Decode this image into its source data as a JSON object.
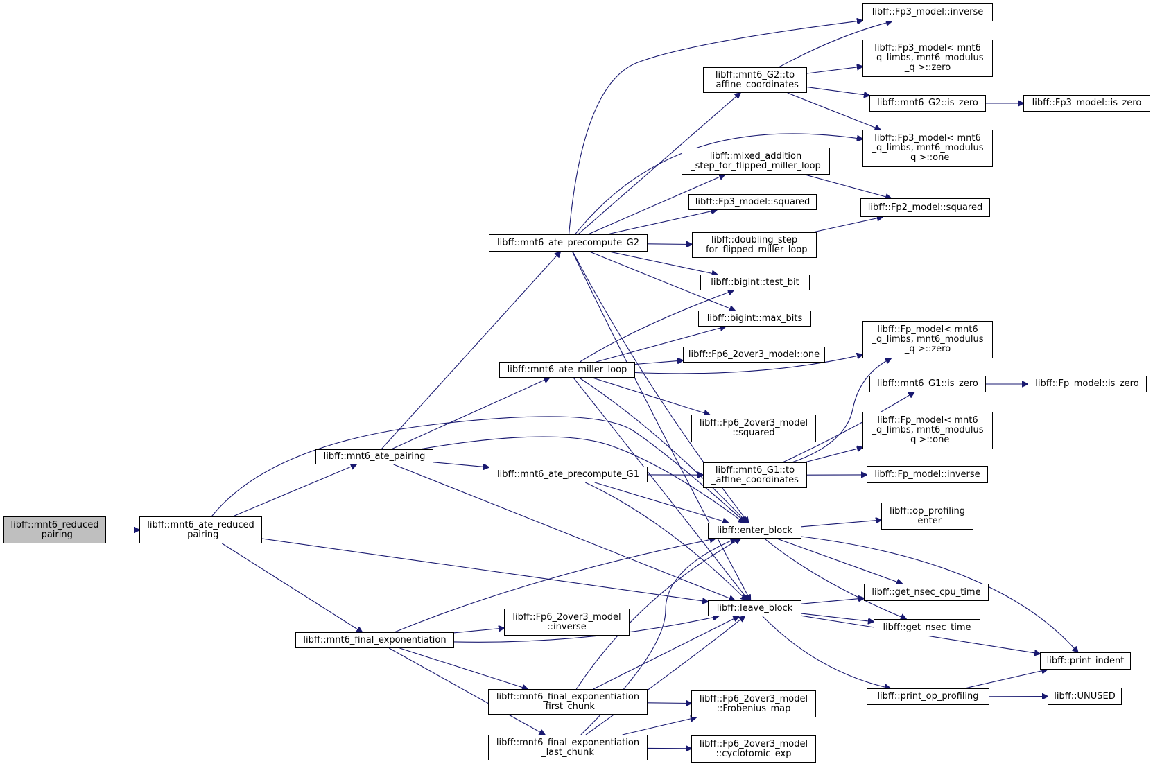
{
  "colors": {
    "edge": "#191970",
    "root_fill": "#bfbfbf",
    "node_fill": "#ffffff",
    "node_border": "#000000"
  },
  "nodes": [
    {
      "id": "n0",
      "label": "libff::mnt6_reduced\n_pairing",
      "root": true
    },
    {
      "id": "n1",
      "label": "libff::mnt6_ate_reduced\n_pairing"
    },
    {
      "id": "n2",
      "label": "libff::mnt6_ate_pairing"
    },
    {
      "id": "n3",
      "label": "libff::mnt6_final_exponentiation"
    },
    {
      "id": "n4",
      "label": "libff::mnt6_ate_precompute_G2"
    },
    {
      "id": "n5",
      "label": "libff::mnt6_ate_miller_loop"
    },
    {
      "id": "n6",
      "label": "libff::mnt6_ate_precompute_G1"
    },
    {
      "id": "n7",
      "label": "libff::mnt6_final_exponentiation\n_first_chunk"
    },
    {
      "id": "n8",
      "label": "libff::mnt6_final_exponentiation\n_last_chunk"
    },
    {
      "id": "n9",
      "label": "libff::mnt6_G2::to\n_affine_coordinates"
    },
    {
      "id": "n10",
      "label": "libff::mixed_addition\n_step_for_flipped_miller_loop"
    },
    {
      "id": "n11",
      "label": "libff::Fp3_model::squared"
    },
    {
      "id": "n12",
      "label": "libff::doubling_step\n_for_flipped_miller_loop"
    },
    {
      "id": "n13",
      "label": "libff::bigint::test_bit"
    },
    {
      "id": "n14",
      "label": "libff::bigint::max_bits"
    },
    {
      "id": "n15",
      "label": "libff::Fp6_2over3_model::one"
    },
    {
      "id": "n16",
      "label": "libff::Fp6_2over3_model\n::squared"
    },
    {
      "id": "n17",
      "label": "libff::mnt6_G1::to\n_affine_coordinates"
    },
    {
      "id": "n18",
      "label": "libff::enter_block"
    },
    {
      "id": "n19",
      "label": "libff::leave_block"
    },
    {
      "id": "n20",
      "label": "libff::Fp6_2over3_model\n::inverse"
    },
    {
      "id": "n21",
      "label": "libff::Fp6_2over3_model\n::Frobenius_map"
    },
    {
      "id": "n22",
      "label": "libff::Fp6_2over3_model\n::cyclotomic_exp"
    },
    {
      "id": "n23",
      "label": "libff::Fp3_model::inverse"
    },
    {
      "id": "n24",
      "label": "libff::Fp3_model< mnt6\n_q_limbs, mnt6_modulus\n_q >::zero"
    },
    {
      "id": "n25",
      "label": "libff::mnt6_G2::is_zero"
    },
    {
      "id": "n26",
      "label": "libff::Fp3_model< mnt6\n_q_limbs, mnt6_modulus\n_q >::one"
    },
    {
      "id": "n27",
      "label": "libff::Fp2_model::squared"
    },
    {
      "id": "n28",
      "label": "libff::Fp_model< mnt6\n_q_limbs, mnt6_modulus\n_q >::zero"
    },
    {
      "id": "n29",
      "label": "libff::mnt6_G1::is_zero"
    },
    {
      "id": "n30",
      "label": "libff::Fp_model< mnt6\n_q_limbs, mnt6_modulus\n_q >::one"
    },
    {
      "id": "n31",
      "label": "libff::Fp_model::inverse"
    },
    {
      "id": "n32",
      "label": "libff::op_profiling\n_enter"
    },
    {
      "id": "n33",
      "label": "libff::get_nsec_cpu_time"
    },
    {
      "id": "n34",
      "label": "libff::get_nsec_time"
    },
    {
      "id": "n35",
      "label": "libff::print_op_profiling"
    },
    {
      "id": "n36",
      "label": "libff::Fp3_model::is_zero"
    },
    {
      "id": "n37",
      "label": "libff::Fp_model::is_zero"
    },
    {
      "id": "n38",
      "label": "libff::print_indent"
    },
    {
      "id": "n39",
      "label": "libff::UNUSED"
    }
  ]
}
